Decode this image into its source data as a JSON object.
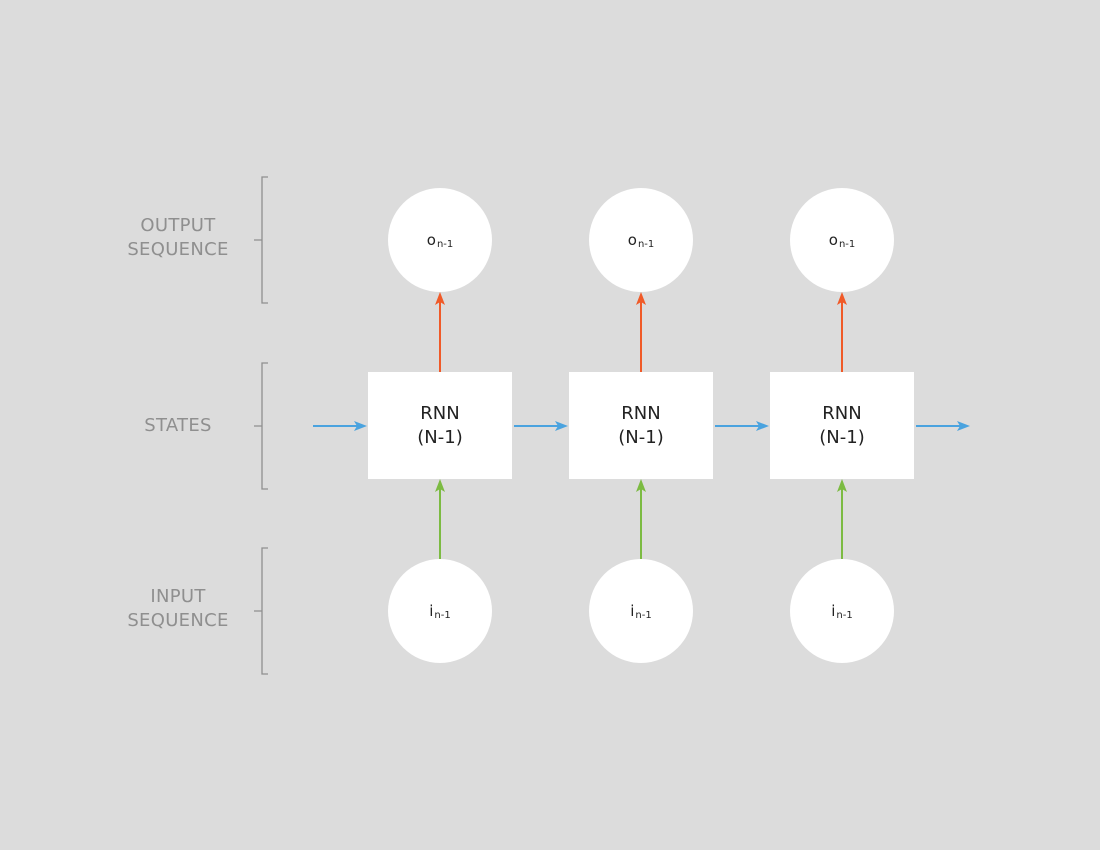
{
  "row_labels": {
    "output": [
      "OUTPUT",
      "SEQUENCE"
    ],
    "states": [
      "STATES"
    ],
    "input": [
      "INPUT",
      "SEQUENCE"
    ]
  },
  "columns": [
    {
      "output": {
        "base": "o",
        "sub": "n-1"
      },
      "state": {
        "line1": "RNN",
        "line2": "(N-1)"
      },
      "input": {
        "base": "i",
        "sub": "n-1"
      }
    },
    {
      "output": {
        "base": "o",
        "sub": "n-1"
      },
      "state": {
        "line1": "RNN",
        "line2": "(N-1)"
      },
      "input": {
        "base": "i",
        "sub": "n-1"
      }
    },
    {
      "output": {
        "base": "o",
        "sub": "n-1"
      },
      "state": {
        "line1": "RNN",
        "line2": "(N-1)"
      },
      "input": {
        "base": "i",
        "sub": "n-1"
      }
    }
  ],
  "colors": {
    "background": "#dcdcdc",
    "state_arrow": "#4aa3df",
    "output_arrow": "#f05a28",
    "input_arrow": "#7cbb42",
    "bracket": "#8f8f8f",
    "label": "#8f8f8f"
  }
}
